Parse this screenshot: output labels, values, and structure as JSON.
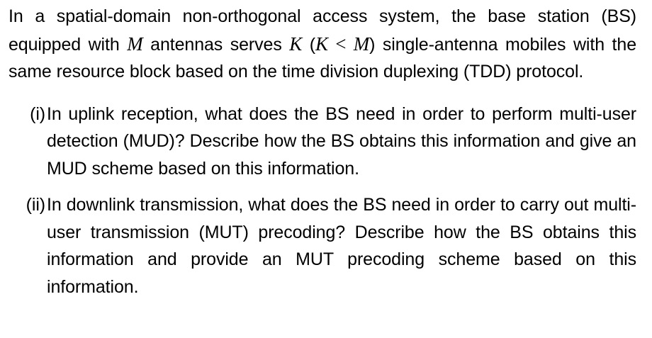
{
  "intro": {
    "part1": "In a spatial-domain non-orthogonal access system, the base station (BS) equipped with ",
    "var_M": "M",
    "part2": " antennas serves ",
    "var_K": "K",
    "part3": " (",
    "var_K2": "K",
    "op_lt": " < ",
    "var_M2": "M",
    "part4": ") single-antenna mobiles with the same resource block based on the time division duplexing (TDD) protocol."
  },
  "items": [
    {
      "label": "(i)",
      "text": "In uplink reception, what does the BS need in order to perform multi-user detection (MUD)? Describe how the BS obtains this information and give an MUD scheme based on this information."
    },
    {
      "label": "(ii)",
      "text": "In downlink transmission, what does the BS need in order to carry out multi-user transmission (MUT) precoding? Describe how the BS obtains this information and provide an MUT precoding scheme based on this information."
    }
  ]
}
